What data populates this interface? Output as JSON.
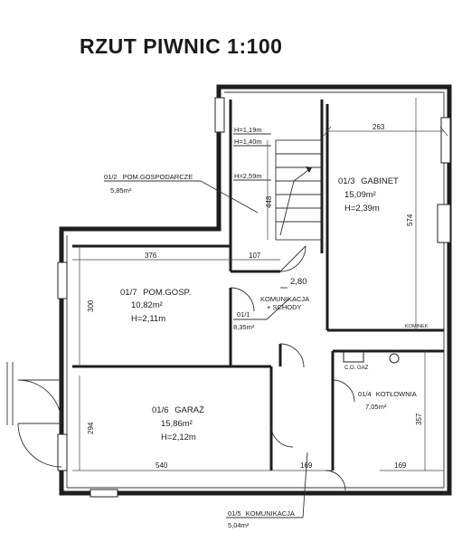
{
  "title": "RZUT PIWNIC  1:100",
  "rooms": {
    "pom_gospodarcze": {
      "code": "01/2",
      "name": "POM.GOSPODARCZE",
      "area": "5,85m²"
    },
    "gabinet": {
      "code": "01/3",
      "name": "GABINET",
      "area": "15,09m²",
      "height": "H=2,39m"
    },
    "pom_gosp": {
      "code": "01/7",
      "name": "POM.GOSP.",
      "area": "10,82m²",
      "height": "H=2,11m"
    },
    "komunikacja_schody": {
      "code": "01/1",
      "name_line1": "KOMUNIKACJA",
      "name_line2": "+ SCHODY",
      "area": "8,35m²"
    },
    "garaz": {
      "code": "01/6",
      "name": "GARAŻ",
      "area": "15,86m²",
      "height": "H=2,12m"
    },
    "kotlownia": {
      "code": "01/4",
      "name": "KOTŁOWNIA",
      "area": "7,05m²"
    },
    "komunikacja": {
      "code": "01/5",
      "name": "KOMUNIKACJA",
      "area": "5,04m²"
    }
  },
  "stair_heights": [
    "H=1,19m",
    "H=1,40m",
    "H=2,59m"
  ],
  "level_mark": "2,80",
  "equipment": {
    "co_gaz": "C.O. GAZ",
    "kominek": "KOMINEK"
  },
  "dimensions": {
    "gabinet_width": "263",
    "gabinet_length": "574",
    "stair_length": "448",
    "stair_width": "107",
    "pom_gosp_width": "376",
    "pom_gosp_depth": "300",
    "garaz_length": "540",
    "garaz_depth": "294",
    "kom_width": "169",
    "kotlownia_width": "169",
    "kotlownia_depth": "357"
  }
}
